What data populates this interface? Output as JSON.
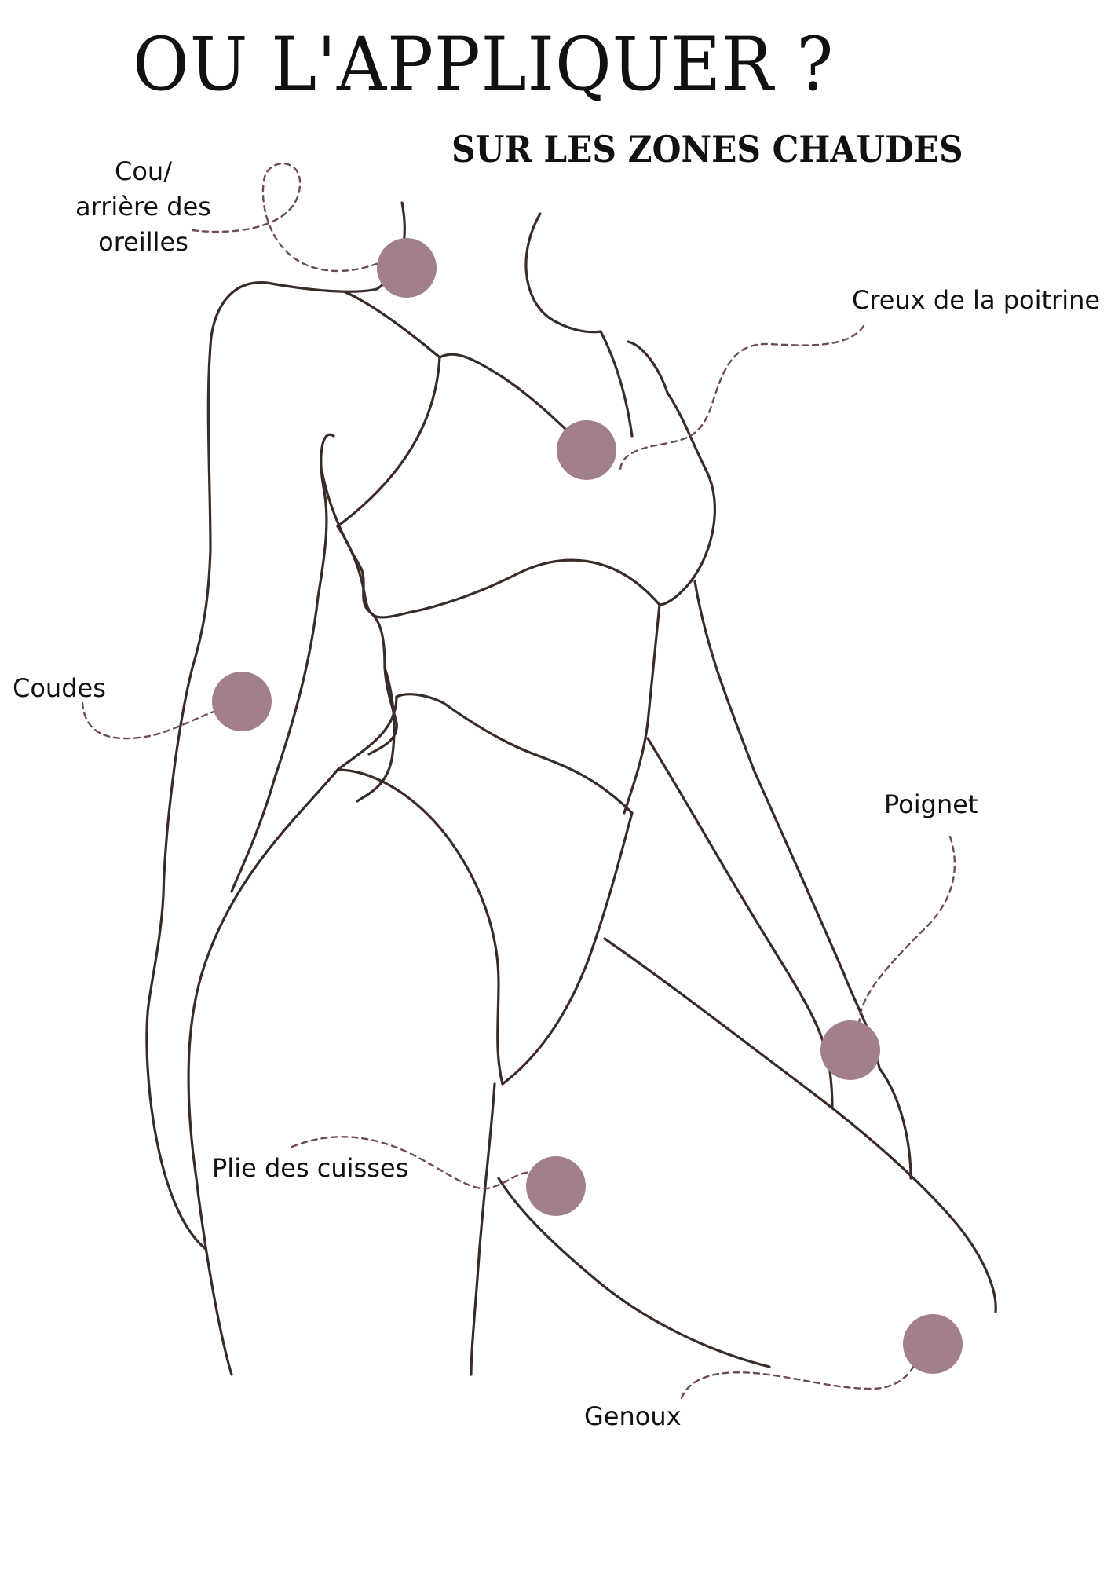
{
  "title": "OU L'APPLIQUER ?",
  "subtitle": "SUR LES ZONES CHAUDES",
  "zones": {
    "neck": {
      "line1": "Cou/",
      "line2": "arrière des",
      "line3": "oreilles"
    },
    "chest": {
      "label": "Creux de la poitrine"
    },
    "elbows": {
      "label": "Coudes"
    },
    "wrist": {
      "label": "Poignet"
    },
    "thighs": {
      "label": "Plie des cuisses"
    },
    "knees": {
      "label": "Genoux"
    }
  },
  "colors": {
    "spot": "#a28089",
    "outline": "#3a2a28",
    "leader": "#6e4a56"
  }
}
